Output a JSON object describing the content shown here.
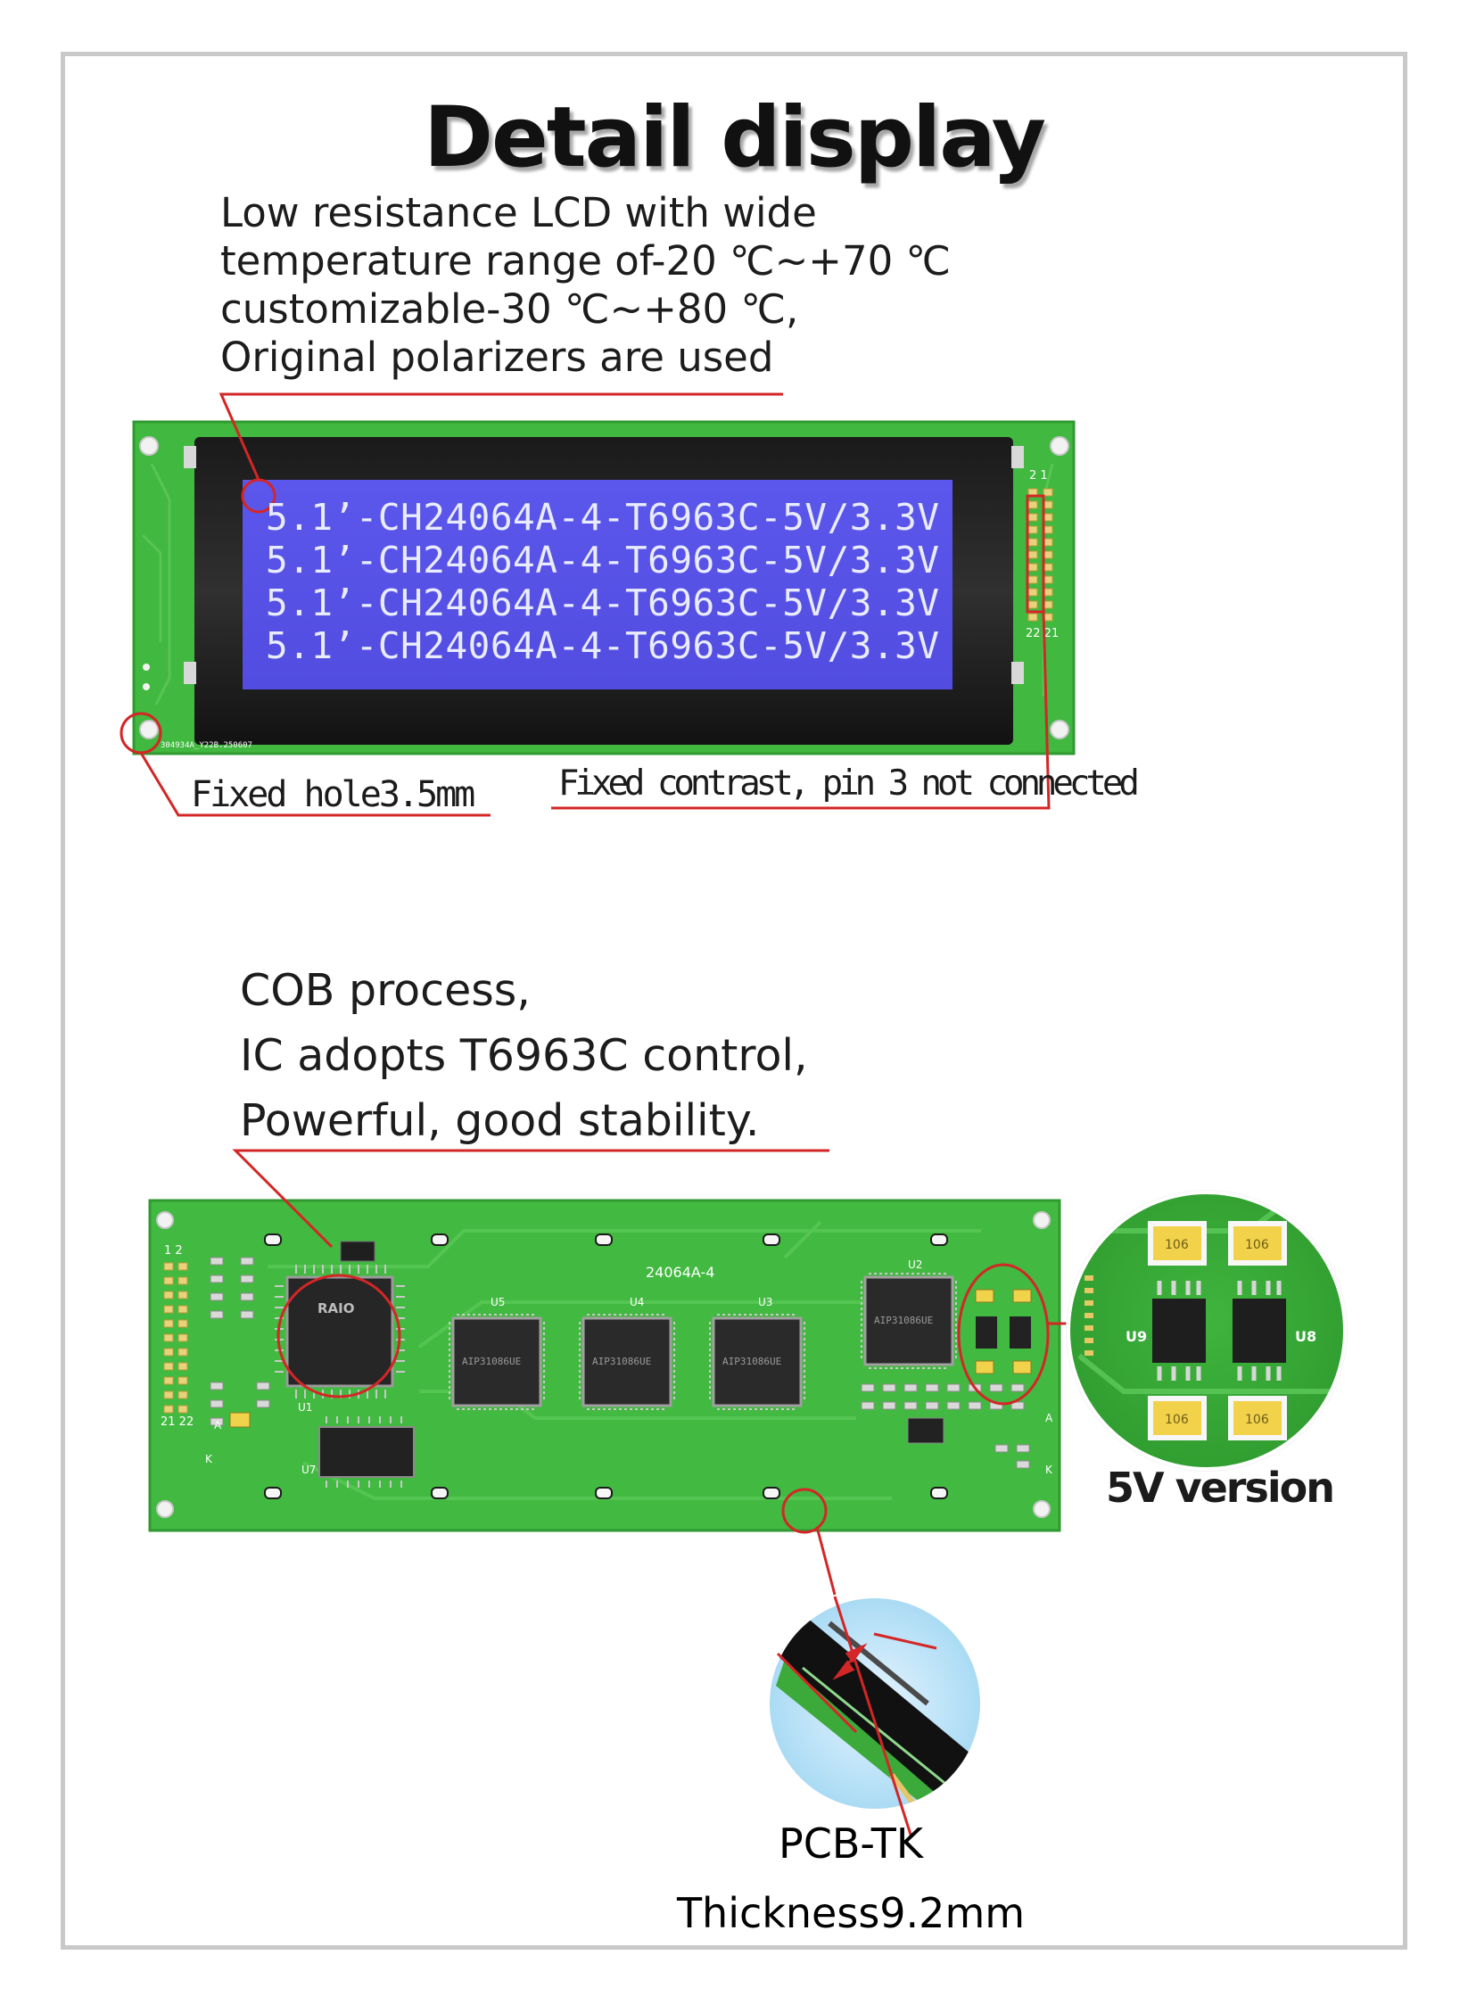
{
  "title": "Detail display",
  "top_description": [
    "Low resistance LCD with wide",
    "temperature range of-20 ℃~+70 ℃",
    "customizable-30 ℃~+80 ℃,",
    "Original polarizers are used"
  ],
  "lcd_lines": [
    "5.1’-CH24064A-4-T6963C-5V/3.3V",
    "5.1’-CH24064A-4-T6963C-5V/3.3V",
    "5.1’-CH24064A-4-T6963C-5V/3.3V",
    "5.1’-CH24064A-4-T6963C-5V/3.3V"
  ],
  "front_pcb": {
    "pin_top": "2  1",
    "pin_bottom": "22 21",
    "serial": "304934A_Y22B.250607"
  },
  "label_fixed_hole": "Fixed hole3.5mm",
  "label_fixed_contrast": "Fixed contrast, pin 3 not connected",
  "middle_description": [
    "COB process,",
    "IC adopts T6963C control,",
    "Powerful, good stability."
  ],
  "back_pcb": {
    "model": "24064A-4",
    "pin_top": "1  2",
    "pin_bottom": "21 22",
    "ic_u1": "RAIO",
    "ic_labels": [
      "U5",
      "U4",
      "U3",
      "U2",
      "U1",
      "U7"
    ],
    "chip_text": "AIP31086UE",
    "side_labels": [
      "A",
      "K",
      "A",
      "K"
    ]
  },
  "zoom_detail": {
    "labels": [
      "U9",
      "U8"
    ],
    "cap_text": "106"
  },
  "label_5v": "5V version",
  "label_pcb": "PCB-TK",
  "label_thickness": "Thickness9.2mm",
  "colors": {
    "pcb_green": "#3fb53d",
    "lcd_blue": "#5752e8",
    "callout_red": "#d32626",
    "frame_gray": "#c9c9c9"
  }
}
